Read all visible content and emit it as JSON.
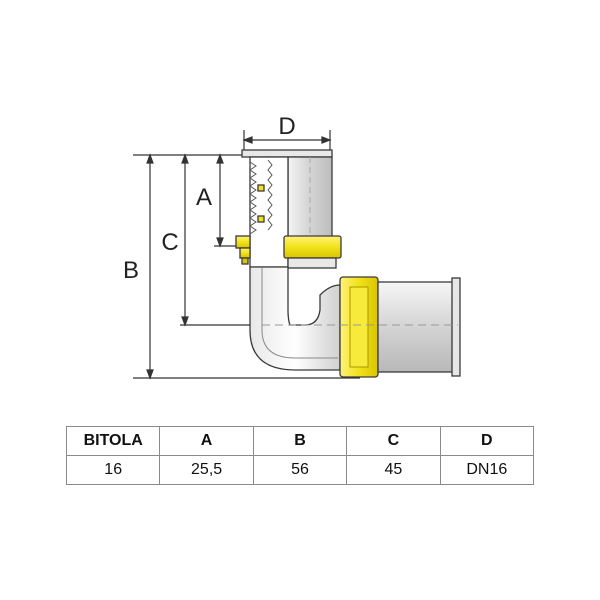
{
  "diagram": {
    "dimension_labels": {
      "a": "A",
      "b": "B",
      "c": "C",
      "d": "D"
    }
  },
  "spec_table": {
    "headers": [
      "BITOLA",
      "A",
      "B",
      "C",
      "D"
    ],
    "row": [
      "16",
      "25,5",
      "56",
      "45",
      "DN16"
    ]
  },
  "colors": {
    "brass_yellow": "#f2e21a",
    "gray_sleeve": "#d4d4d4",
    "outline": "#3a3a3a"
  }
}
